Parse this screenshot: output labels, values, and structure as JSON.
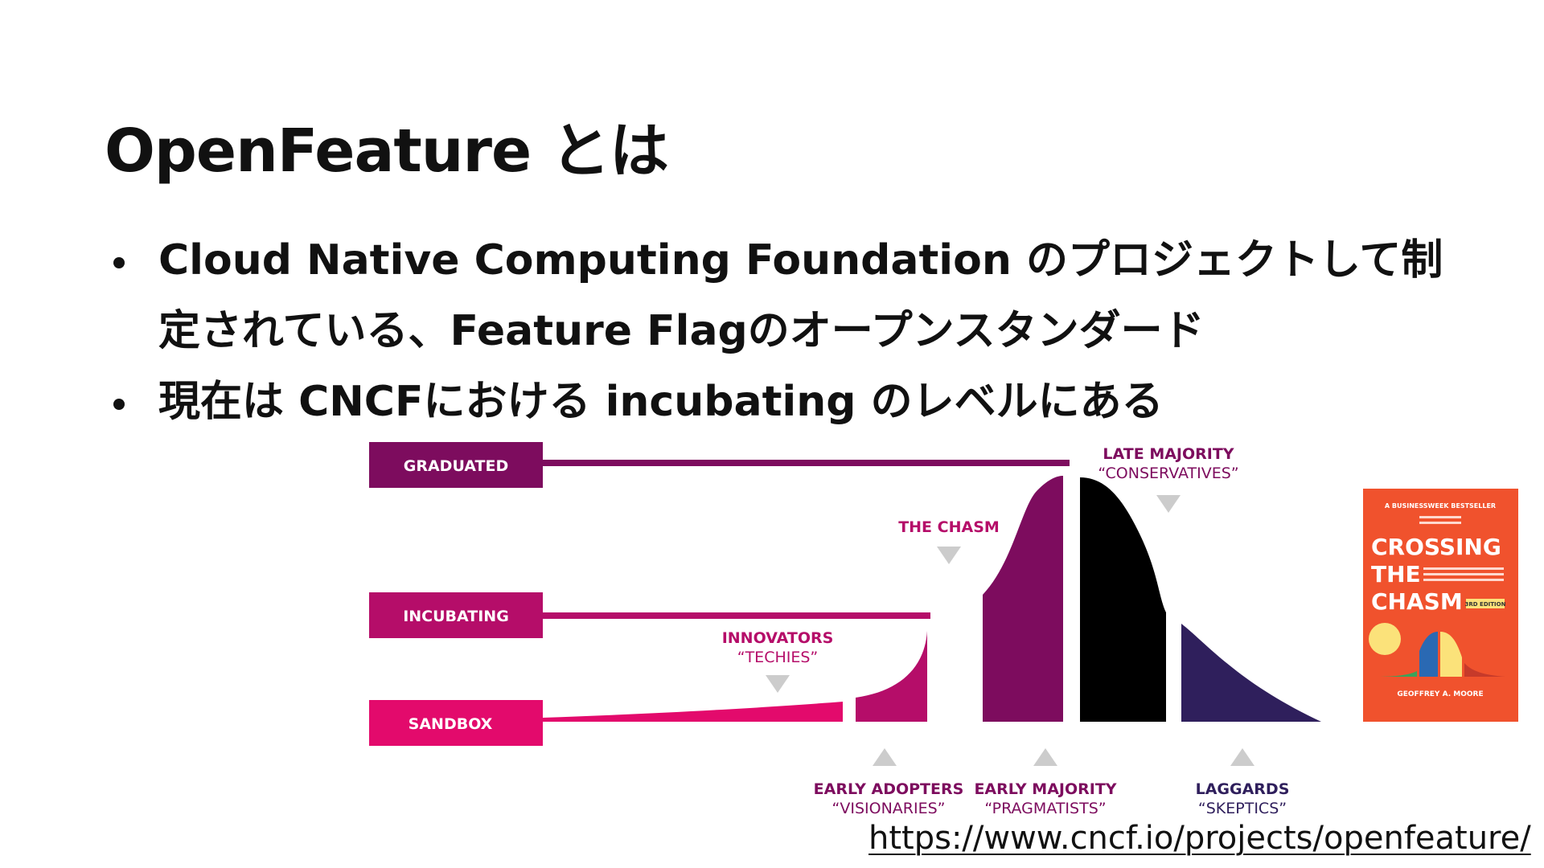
{
  "slide": {
    "title": "OpenFeature とは",
    "bullets": [
      "Cloud Native Computing Foundation のプロジェクトして制定されている、Feature Flagのオープンスタンダード",
      "現在は CNCFにおける incubating のレベルにある"
    ],
    "source_url": "https://www.cncf.io/projects/openfeature/"
  },
  "diagram": {
    "stages": [
      {
        "label": "GRADUATED",
        "color": "#7d0c5e"
      },
      {
        "label": "INCUBATING",
        "color": "#b50d69"
      },
      {
        "label": "SANDBOX",
        "color": "#e30a6c"
      }
    ],
    "segments": {
      "innovators": {
        "label": "INNOVATORS",
        "sub": "“TECHIES”",
        "color": "#b50d69"
      },
      "chasm": {
        "label": "THE CHASM",
        "color": "#b50d69"
      },
      "late_majority": {
        "label": "LATE MAJORITY",
        "sub": "“CONSERVATIVES”",
        "color": "#7d0c5e"
      },
      "early_adopters": {
        "label": "EARLY ADOPTERS",
        "sub": "“VISIONARIES”",
        "color": "#7d0c5e"
      },
      "early_majority": {
        "label": "EARLY MAJORITY",
        "sub": "“PRAGMATISTS”",
        "color": "#7d0c5e"
      },
      "laggards": {
        "label": "LAGGARDS",
        "sub": "“SKEPTICS”",
        "color": "#2f1f5c"
      }
    },
    "book": {
      "tagline": "A BUSINESSWEEK BESTSELLER",
      "title_lines": [
        "CROSSING",
        "THE",
        "CHASM"
      ],
      "edition": "3RD EDITION",
      "author": "GEOFFREY A. MOORE",
      "color": "#f0522d"
    }
  }
}
